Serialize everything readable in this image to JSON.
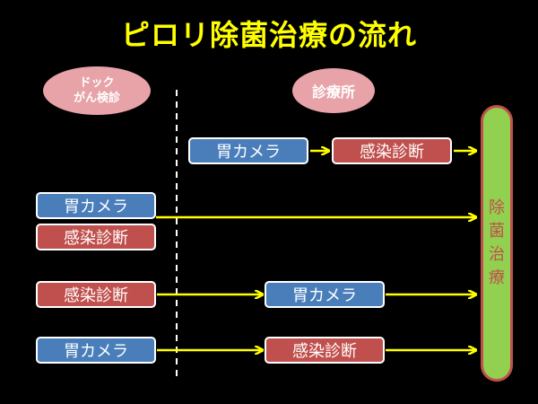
{
  "title": "ピロリ除菌治療の流れ",
  "labels": {
    "dock": "ドック\nがん検診",
    "clinic": "診療所",
    "treatment": [
      "除",
      "菌",
      "治",
      "療"
    ]
  },
  "row1": {
    "box1": "胃カメラ",
    "box2": "感染診断"
  },
  "row2": {
    "box1": "胃カメラ",
    "box2": "感染診断"
  },
  "row3": {
    "box1": "感染診断",
    "box2": "胃カメラ"
  },
  "row4": {
    "box1": "胃カメラ",
    "box2": "感染診断"
  },
  "colors": {
    "title": "#ffff00",
    "arrow": "#ffff00",
    "blue_box": "#4a7ebb",
    "red_box": "#c0504d",
    "oval": "#e8a3a8",
    "treatment_fill": "#92d050",
    "treatment_border": "#c0504d"
  }
}
